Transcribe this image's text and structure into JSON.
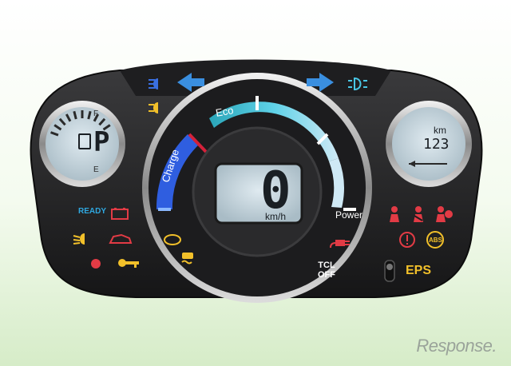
{
  "cluster": {
    "eco_label": "Eco",
    "charge_label": "Charge",
    "power_label": "Power",
    "speed_value": "0",
    "speed_unit": "km/h",
    "fuel_full_label": "F",
    "fuel_empty_label": "E",
    "gear": "P",
    "odo_unit": "km",
    "odo_value": "123",
    "ready_label": "READY",
    "tcl_off_label": "TCL\nOFF",
    "eps_label": "EPS",
    "abs_label": "ABS"
  },
  "indicators": {
    "left_turn_color": "#3a8fe0",
    "right_turn_color": "#3a8fe0",
    "headlight_high_color": "#3a6fe0",
    "headlight_low_color": "#49c7e6",
    "amber": "#f2c02a",
    "red": "#e23b45",
    "ready_color": "#2fa8e0"
  },
  "watermark": {
    "text": "Response."
  }
}
